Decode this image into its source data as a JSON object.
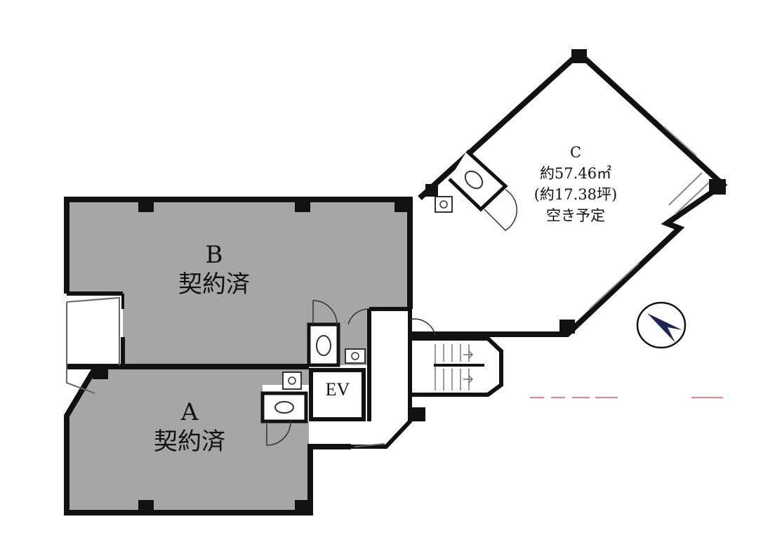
{
  "units": {
    "a": {
      "id": "A",
      "status": "契約済"
    },
    "b": {
      "id": "B",
      "status": "契約済"
    },
    "c": {
      "id": "C",
      "area": "約57.46㎡",
      "tsubo": "(約17.38坪)",
      "status": "空き予定"
    }
  },
  "elevator": {
    "label": "EV"
  },
  "colors": {
    "wall": "#111111",
    "leased_fill": "#a6a6a6",
    "vacant_fill": "#ffffff",
    "accent_text": "#d33333"
  },
  "icons": [
    "compass-north-arrow-icon",
    "toilet-icon",
    "sink-icon",
    "door-swing-icon",
    "stairs-icon",
    "window-icon"
  ]
}
